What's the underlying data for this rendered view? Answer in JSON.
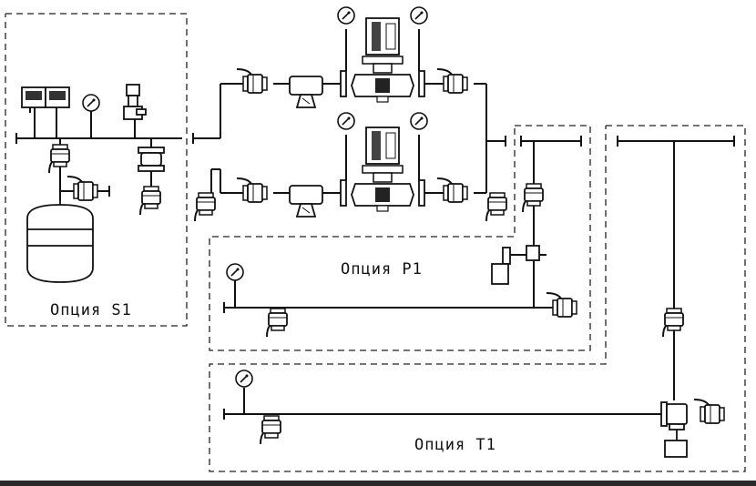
{
  "labels": {
    "option_s1": "Опция S1",
    "option_p1": "Опция P1",
    "option_t1": "Опция T1"
  },
  "colors": {
    "line": "#111111",
    "dash": "#222222",
    "background": "#ffffff"
  }
}
